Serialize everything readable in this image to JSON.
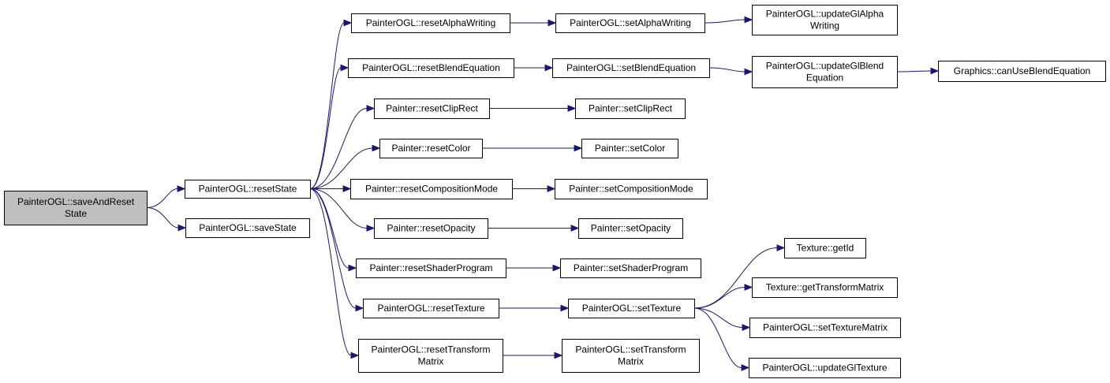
{
  "graph": {
    "nodes": [
      {
        "id": "saveAndResetState",
        "lines": [
          "PainterOGL::saveAndReset",
          "State"
        ],
        "highlighted": true
      },
      {
        "id": "resetState",
        "lines": [
          "PainterOGL::resetState"
        ]
      },
      {
        "id": "saveState",
        "lines": [
          "PainterOGL::saveState"
        ]
      },
      {
        "id": "resetAlphaWriting",
        "lines": [
          "PainterOGL::resetAlphaWriting"
        ]
      },
      {
        "id": "resetBlendEquation",
        "lines": [
          "PainterOGL::resetBlendEquation"
        ]
      },
      {
        "id": "resetClipRect",
        "lines": [
          "Painter::resetClipRect"
        ]
      },
      {
        "id": "resetColor",
        "lines": [
          "Painter::resetColor"
        ]
      },
      {
        "id": "resetCompositionMode",
        "lines": [
          "Painter::resetCompositionMode"
        ]
      },
      {
        "id": "resetOpacity",
        "lines": [
          "Painter::resetOpacity"
        ]
      },
      {
        "id": "resetShaderProgram",
        "lines": [
          "Painter::resetShaderProgram"
        ]
      },
      {
        "id": "resetTexture",
        "lines": [
          "PainterOGL::resetTexture"
        ]
      },
      {
        "id": "resetTransformMatrix",
        "lines": [
          "PainterOGL::resetTransform",
          "Matrix"
        ]
      },
      {
        "id": "setAlphaWriting",
        "lines": [
          "PainterOGL::setAlphaWriting"
        ]
      },
      {
        "id": "setBlendEquation",
        "lines": [
          "PainterOGL::setBlendEquation"
        ]
      },
      {
        "id": "setClipRect",
        "lines": [
          "Painter::setClipRect"
        ]
      },
      {
        "id": "setColor",
        "lines": [
          "Painter::setColor"
        ]
      },
      {
        "id": "setCompositionMode",
        "lines": [
          "Painter::setCompositionMode"
        ]
      },
      {
        "id": "setOpacity",
        "lines": [
          "Painter::setOpacity"
        ]
      },
      {
        "id": "setShaderProgram",
        "lines": [
          "Painter::setShaderProgram"
        ]
      },
      {
        "id": "setTexture",
        "lines": [
          "PainterOGL::setTexture"
        ]
      },
      {
        "id": "setTransformMatrix",
        "lines": [
          "PainterOGL::setTransform",
          "Matrix"
        ]
      },
      {
        "id": "updateGlAlphaWriting",
        "lines": [
          "PainterOGL::updateGlAlpha",
          "Writing"
        ]
      },
      {
        "id": "updateGlBlendEquation",
        "lines": [
          "PainterOGL::updateGlBlend",
          "Equation"
        ]
      },
      {
        "id": "canUseBlendEquation",
        "lines": [
          "Graphics::canUseBlendEquation"
        ]
      },
      {
        "id": "getId",
        "lines": [
          "Texture::getId"
        ]
      },
      {
        "id": "getTransformMatrix",
        "lines": [
          "Texture::getTransformMatrix"
        ]
      },
      {
        "id": "setTextureMatrix",
        "lines": [
          "PainterOGL::setTextureMatrix"
        ]
      },
      {
        "id": "updateGlTexture",
        "lines": [
          "PainterOGL::updateGlTexture"
        ]
      }
    ],
    "edges": [
      [
        "saveAndResetState",
        "resetState"
      ],
      [
        "saveAndResetState",
        "saveState"
      ],
      [
        "resetState",
        "resetAlphaWriting"
      ],
      [
        "resetState",
        "resetBlendEquation"
      ],
      [
        "resetState",
        "resetClipRect"
      ],
      [
        "resetState",
        "resetColor"
      ],
      [
        "resetState",
        "resetCompositionMode"
      ],
      [
        "resetState",
        "resetOpacity"
      ],
      [
        "resetState",
        "resetShaderProgram"
      ],
      [
        "resetState",
        "resetTexture"
      ],
      [
        "resetState",
        "resetTransformMatrix"
      ],
      [
        "resetAlphaWriting",
        "setAlphaWriting"
      ],
      [
        "setAlphaWriting",
        "updateGlAlphaWriting"
      ],
      [
        "resetBlendEquation",
        "setBlendEquation"
      ],
      [
        "setBlendEquation",
        "updateGlBlendEquation"
      ],
      [
        "updateGlBlendEquation",
        "canUseBlendEquation"
      ],
      [
        "resetClipRect",
        "setClipRect"
      ],
      [
        "resetColor",
        "setColor"
      ],
      [
        "resetCompositionMode",
        "setCompositionMode"
      ],
      [
        "resetOpacity",
        "setOpacity"
      ],
      [
        "resetShaderProgram",
        "setShaderProgram"
      ],
      [
        "resetTexture",
        "setTexture"
      ],
      [
        "setTexture",
        "getId"
      ],
      [
        "setTexture",
        "getTransformMatrix"
      ],
      [
        "setTexture",
        "setTextureMatrix"
      ],
      [
        "setTexture",
        "updateGlTexture"
      ],
      [
        "resetTransformMatrix",
        "setTransformMatrix"
      ]
    ],
    "colors": {
      "edge": "#191970",
      "highlight_fill": "#bfbfbf",
      "node_fill": "#ffffff",
      "border": "#000000"
    }
  }
}
